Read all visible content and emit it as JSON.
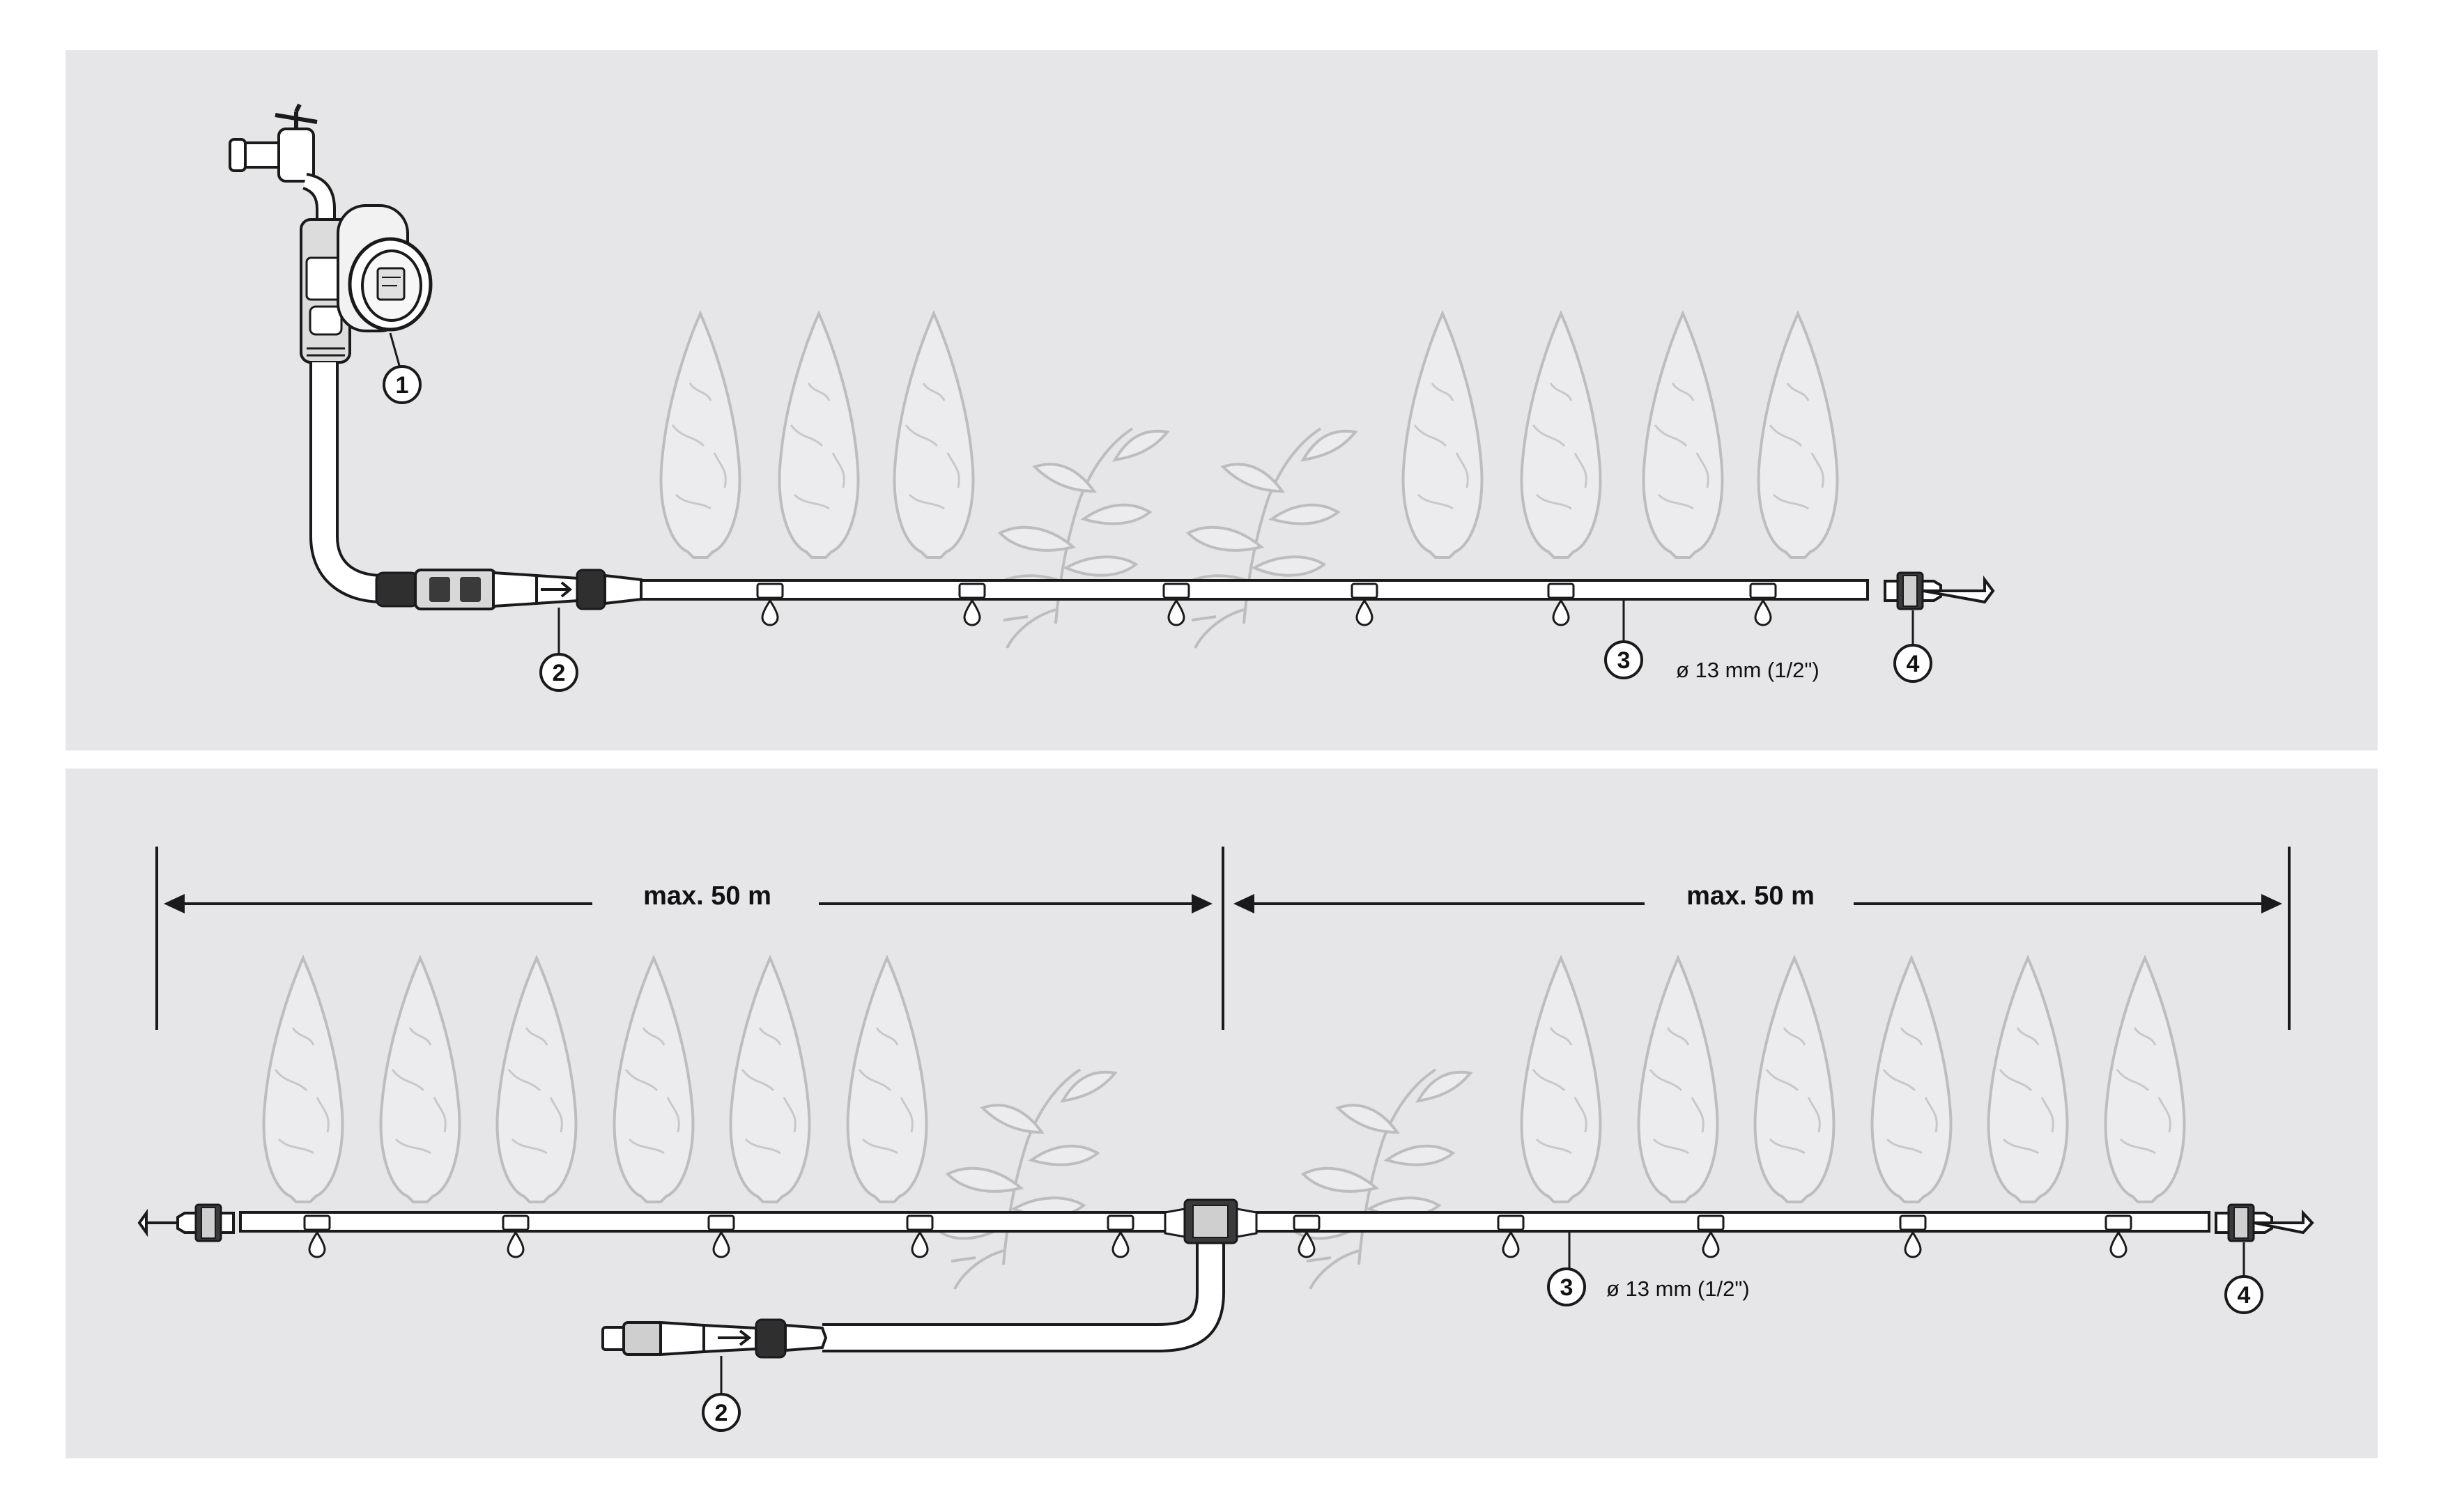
{
  "top_diagram": {
    "callouts": [
      "1",
      "2",
      "3",
      "4"
    ],
    "pipe_label": "ø 13 mm (1/2\")"
  },
  "bottom_diagram": {
    "dimension_left": "max. 50 m",
    "dimension_right": "max. 50 m",
    "callouts": [
      "2",
      "3",
      "4"
    ],
    "pipe_label": "ø 13 mm (1/2\")"
  },
  "colors": {
    "panel": "#e6e6e8",
    "line": "#1a1a1a",
    "plant_outline": "#bdbdbd",
    "component_gray": "#cfcfcf"
  }
}
